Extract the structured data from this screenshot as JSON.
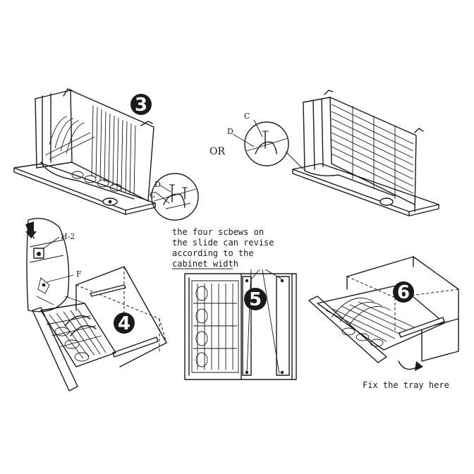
{
  "steps": [
    {
      "number": "3"
    },
    {
      "number": "4"
    },
    {
      "number": "5"
    },
    {
      "number": "6"
    }
  ],
  "labels": {
    "or": "OR",
    "d": "D",
    "c": "C",
    "h2": "H-2",
    "f": "F"
  },
  "notes": {
    "screws_line1": "the four scbews on",
    "screws_line2": "the slide can revise",
    "screws_line3": "according to the",
    "screws_line4": "cabinet width",
    "fix_tray": "Fix the tray here"
  }
}
